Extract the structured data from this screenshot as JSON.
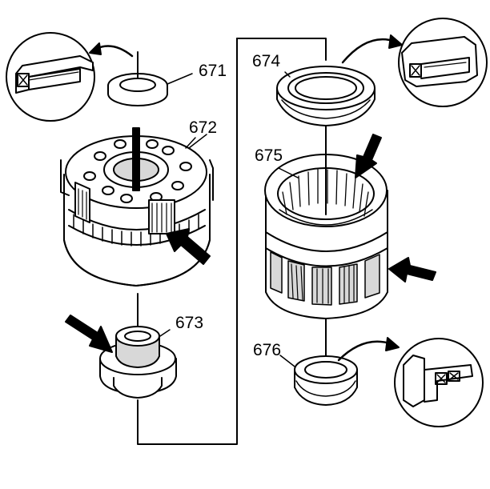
{
  "diagram": {
    "colors": {
      "ink": "#000000",
      "paper": "#ffffff",
      "shade": "#d8d8d8",
      "dark_shade": "#9a9a9a"
    },
    "callouts": {
      "c671": "671",
      "c672": "672",
      "c673": "673",
      "c674": "674",
      "c675": "675",
      "c676": "676"
    },
    "icons": [
      "arrow-pointer-icon",
      "magnifier-detail-icon"
    ]
  }
}
